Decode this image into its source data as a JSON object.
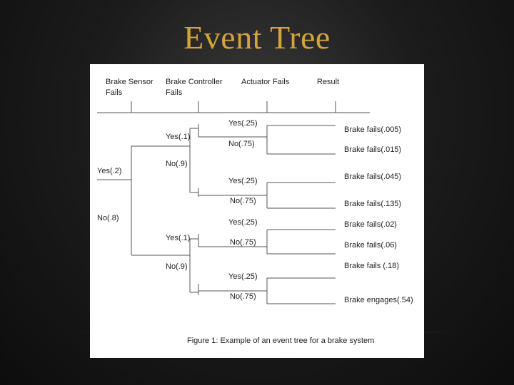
{
  "slide": {
    "title": "Event Tree"
  },
  "figure": {
    "headers": {
      "col1": "Brake Sensor Fails",
      "col2": "Brake Controller Fails",
      "col3": "Actuator Fails",
      "col4": "Result"
    },
    "branches": {
      "sensor_yes": "Yes(.2)",
      "sensor_no": "No(.8)",
      "c1_yes": "Yes(.1)",
      "c1_no": "No(.9)",
      "c2_yes": "Yes(.1)",
      "c2_no": "No(.9)",
      "a1_yes": "Yes(.25)",
      "a1_no": "No(.75)",
      "a2_yes": "Yes(.25)",
      "a2_no": "No(.75)",
      "a3_yes": "Yes(.25)",
      "a3_no": "No(.75)",
      "a4_yes": "Yes(.25)",
      "a4_no": "No(.75)"
    },
    "results": [
      "Brake fails(.005)",
      "Brake fails(.015)",
      "Brake fails(.045)",
      "Brake fails(.135)",
      "Brake fails(.02)",
      "Brake fails(.06)",
      "Brake fails (.18)",
      "Brake engages(.54)"
    ],
    "caption": "Figure 1:  Example of an event tree for a brake system"
  }
}
